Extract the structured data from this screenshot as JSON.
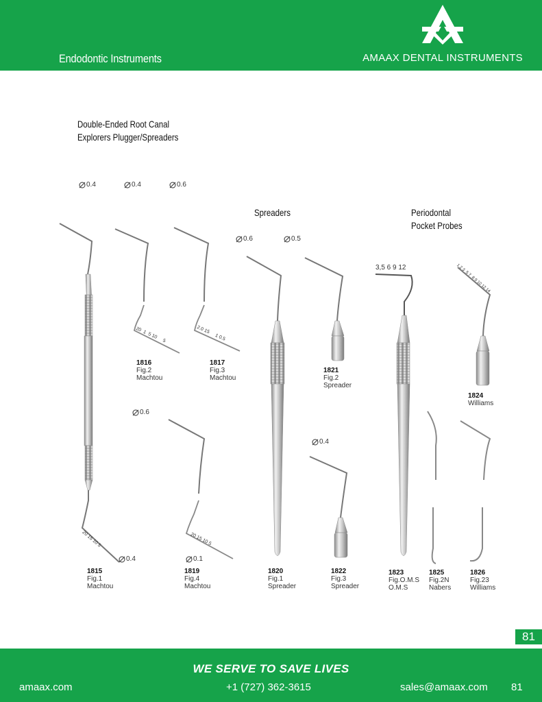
{
  "header": {
    "section_title": "Endodontic Instruments",
    "brand": "AMAAX DENTAL INSTRUMENTS",
    "logo_icon": "amaax-logo-icon",
    "color": "#16a34a"
  },
  "section": {
    "title_line1": "Double-Ended Root Canal",
    "title_line2": "Explorers Plugger/Spreaders",
    "spreaders_title": "Spreaders",
    "probes_title_line1": "Periodontal",
    "probes_title_line2": "Pocket Probes"
  },
  "diameters": {
    "d1": "0.4",
    "d2": "0.4",
    "d3": "0.6",
    "d4": "0.6",
    "d5": "0.5",
    "d6": "0.6",
    "d7": "0.4",
    "d8": "0.4",
    "d9": "0.1"
  },
  "markings": {
    "m1816": "20  1  5 10     5",
    "m1817": "2.0 15     1 0.5",
    "m1815": "20 15 10 5",
    "m1819": "20 15 10 5",
    "m1823": "3,5 6 9 12",
    "m1824": "1 2 3  5 7  8 9 10 12 14"
  },
  "products": {
    "p1816": {
      "number": "1816",
      "fig": "Fig.2",
      "name": "Machtou"
    },
    "p1817": {
      "number": "1817",
      "fig": "Fig.3",
      "name": "Machtou"
    },
    "p1821": {
      "number": "1821",
      "fig": "Fig.2",
      "name": "Spreader"
    },
    "p1824": {
      "number": "1824",
      "name": "Williams"
    },
    "p1815": {
      "number": "1815",
      "fig": "Fig.1",
      "name": "Machtou"
    },
    "p1819": {
      "number": "1819",
      "fig": "Fig.4",
      "name": "Machtou"
    },
    "p1820": {
      "number": "1820",
      "fig": "Fig.1",
      "name": "Spreader"
    },
    "p1822": {
      "number": "1822",
      "fig": "Fig.3",
      "name": "Spreader"
    },
    "p1823": {
      "number": "1823",
      "fig": "Fig.O.M.S",
      "name": "O.M.S"
    },
    "p1825": {
      "number": "1825",
      "fig": "Fig.2N",
      "name": "Nabers"
    },
    "p1826": {
      "number": "1826",
      "fig": "Fig.23",
      "name": "Williams"
    }
  },
  "page_number": "81",
  "footer": {
    "slogan": "WE SERVE TO SAVE LIVES",
    "website": "amaax.com",
    "phone": "+1 (727) 362-3615",
    "email": "sales@amaax.com",
    "page": "81"
  }
}
